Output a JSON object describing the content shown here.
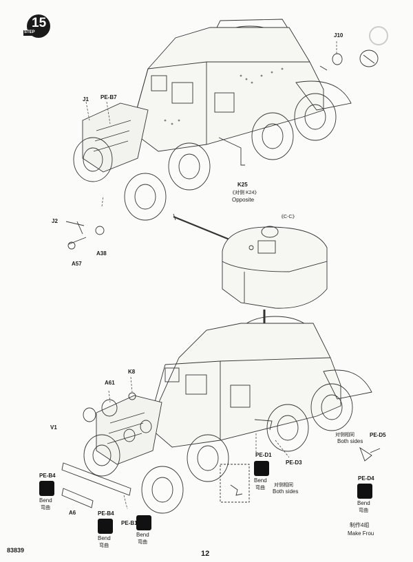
{
  "step": {
    "number": "15",
    "word": "STEP"
  },
  "callouts": {
    "j10": "J10",
    "j1": "J1",
    "pe_b7": "PE-B7",
    "k25": "K25",
    "k24_cn": "《对侧 K24》",
    "opposite": "Opposite",
    "j2": "J2",
    "a38": "A38",
    "a57": "A57",
    "cc": "《C-C》",
    "k8": "K8",
    "a61": "A61",
    "v1": "V1",
    "pe_d1": "PE-D1",
    "pe_d3": "PE-D3",
    "pe_d5": "PE-D5",
    "pe_d4": "PE-D4",
    "pe_b4_left": "PE-B4",
    "pe_b4": "PE-B4",
    "pe_b13": "PE-B13",
    "a6": "A6",
    "both_sides_cn_1": "对侧相同",
    "both_sides_1": "Both sides",
    "both_sides_cn_2": "对侧相同",
    "both_sides_2": "Both sides",
    "make_four_cn": "制作4组",
    "make_four": "Make Frou"
  },
  "bend": {
    "en": "Bend",
    "cn": "弯曲"
  },
  "footer": {
    "code": "83839",
    "page": "12"
  }
}
